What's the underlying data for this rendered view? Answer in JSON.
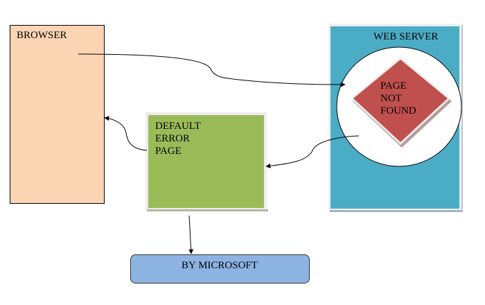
{
  "diagram": {
    "nodes": {
      "browser": {
        "label": "BROWSER",
        "fill": "#FBD4B4"
      },
      "web_server": {
        "label": "WEB SERVER",
        "fill": "#4BACC6"
      },
      "page_not_found": {
        "lines": [
          "PAGE",
          "NOT",
          "FOUND"
        ],
        "fill": "#C0504D"
      },
      "default_error_page": {
        "lines": [
          "DEFAULT",
          "ERROR",
          "PAGE"
        ],
        "fill": "#9BBB59"
      },
      "by_microsoft": {
        "label": "BY MICROSOFT",
        "fill": "#8DB3E2"
      }
    },
    "edges": [
      {
        "from": "browser",
        "to": "web_server"
      },
      {
        "from": "web_server",
        "to": "default_error_page"
      },
      {
        "from": "default_error_page",
        "to": "browser"
      },
      {
        "from": "default_error_page",
        "to": "by_microsoft"
      }
    ]
  }
}
